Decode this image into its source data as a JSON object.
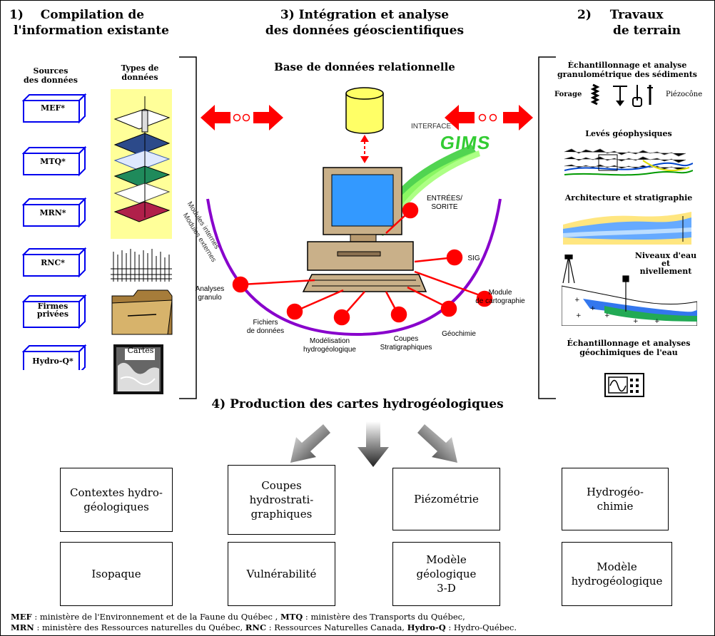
{
  "sections": {
    "compilation": {
      "number": "1)",
      "title_line1": "Compilation de",
      "title_line2": "l'information existante"
    },
    "integration": {
      "title_line1": "3)  Intégration et analyse",
      "title_line2": "des données géoscientifiques",
      "db_label": "Base de données relationnelle"
    },
    "terrain": {
      "number": "2)",
      "title_line1": "Travaux",
      "title_line2": "de terrain"
    },
    "production": {
      "title": "4) Production des cartes hydrogéologiques"
    }
  },
  "sources": {
    "header": "Sources\ndes données",
    "types_header": "Types de\ndonnées",
    "items": [
      {
        "label": "MEF*"
      },
      {
        "label": "MTQ*"
      },
      {
        "label": "MRN*"
      },
      {
        "label": "RNC*"
      },
      {
        "label": "Firmes\nprivées"
      },
      {
        "label": "Hydro-Q*"
      }
    ],
    "cartes_label": "Cartes"
  },
  "gims": {
    "interface_label": "INTERFACE",
    "logo": "GIMS",
    "arc_internal": "Modules internes",
    "arc_external": "Modules externes",
    "modules": [
      {
        "label": "ENTRÉES/\nSORITE"
      },
      {
        "label": "SIG"
      },
      {
        "label": "Module\nde cartographie"
      },
      {
        "label": "Géochimie"
      },
      {
        "label": "Coupes\nStratigraphiques"
      },
      {
        "label": "Modélisation\nhydrogéologique"
      },
      {
        "label": "Fichiers\nde données"
      },
      {
        "label": "Analyses\ngranulo"
      }
    ]
  },
  "field": {
    "sampling_title": "Échantillonnage et analyse\ngranulométrique des sédiments",
    "forage": "Forage",
    "piezocone": "Piézocône",
    "geophysics": "Levés géophysiques",
    "architecture": "Architecture et stratigraphie",
    "water_levels": "Niveaux d'eau\net\nnivellement",
    "geochem_title": "Échantillonnage et analyses\ngéochimiques de l'eau"
  },
  "outputs": [
    {
      "label": "Contextes hydro-\ngéologiques"
    },
    {
      "label": "Coupes\nhydrostrati-\ngraphiques"
    },
    {
      "label": "Piézométrie"
    },
    {
      "label": "Hydrogéo-\nchimie"
    },
    {
      "label": "Isopaque"
    },
    {
      "label": "Vulnérabilité"
    },
    {
      "label": "Modèle\ngéologique\n3-D"
    },
    {
      "label": "Modèle\nhydrogéologique"
    }
  ],
  "legend": {
    "mef_abbr": "MEF",
    "mef_text": " : ministère de l'Environnement et de la Faune du Québec , ",
    "mtq_abbr": "MTQ",
    "mtq_text": " : ministère des Transports du Québec,",
    "mrn_abbr": "MRN",
    "mrn_text": " : ministère des Ressources naturelles du Québec, ",
    "rnc_abbr": "RNC",
    "rnc_text": " : Ressources Naturelles Canada, ",
    "hq_abbr": "Hydro-Q",
    "hq_text": " : Hydro-Québec."
  },
  "colors": {
    "arrow_red": "#ff0000",
    "db_yellow": "#ffff66",
    "arc_purple": "#8800cc",
    "source_box_blue": "#0000ee",
    "types_bg": "#ffff99",
    "gims_green": "#33cc33"
  },
  "icons": {
    "source_box": "3d-box-icon",
    "database": "database-cylinder-icon",
    "computer": "computer-icon",
    "bidirectional_arrow": "double-arrow-icon",
    "down_arrow": "down-arrow-icon"
  }
}
